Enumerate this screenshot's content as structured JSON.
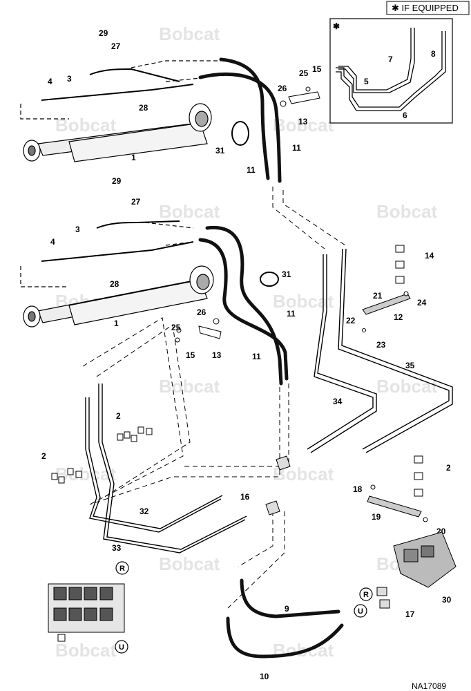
{
  "header": {
    "equipped_note": "✱ IF EQUIPPED"
  },
  "inset": {
    "star": "✱"
  },
  "watermark": "Bobcat",
  "reference": "NA17089",
  "ports": {
    "r": "R",
    "u": "U"
  },
  "callouts": {
    "c1_top": "1",
    "c3_top": "3",
    "c4_top": "4",
    "c27_top": "27",
    "c28_top": "28",
    "c29_top": "29",
    "c5": "5",
    "c6": "6",
    "c7": "7",
    "c8": "8",
    "c11_a": "11",
    "c11_b": "11",
    "c13_top": "13",
    "c15_top": "15",
    "c25_top": "25",
    "c26_top": "26",
    "c31_top": "31",
    "c29_mid": "29",
    "c27_mid": "27",
    "c3_mid": "3",
    "c4_mid": "4",
    "c28_mid": "28",
    "c1_mid": "1",
    "c31_mid": "31",
    "c26_mid": "26",
    "c25_mid": "25",
    "c15_mid": "15",
    "c13_mid": "13",
    "c11_c": "11",
    "c11_d": "11",
    "c14": "14",
    "c21": "21",
    "c22": "22",
    "c12": "12",
    "c24": "24",
    "c23": "23",
    "c35": "35",
    "c34": "34",
    "c2_a": "2",
    "c2_b": "2",
    "c2_c": "2",
    "c16": "16",
    "c18": "18",
    "c19": "19",
    "c20": "20",
    "c32": "32",
    "c33": "33",
    "c9": "9",
    "c10": "10",
    "c17": "17",
    "c30": "30"
  }
}
